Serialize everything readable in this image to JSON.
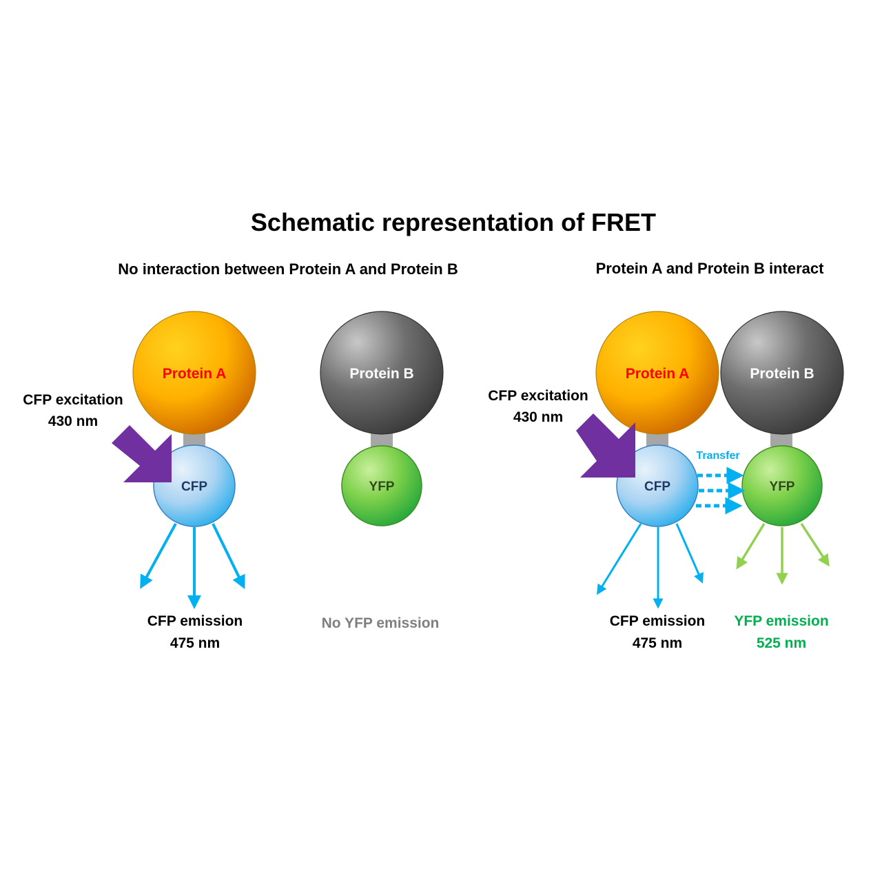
{
  "title": "Schematic representation of FRET",
  "left_panel": {
    "heading": "No interaction between Protein A and Protein B",
    "protein_a": "Protein A",
    "protein_b": "Protein B",
    "cfp": "CFP",
    "yfp": "YFP",
    "excitation_line1": "CFP excitation",
    "excitation_line2": "430 nm",
    "cfp_emission_line1": "CFP emission",
    "cfp_emission_line2": "475 nm",
    "no_yfp_emission": "No YFP emission"
  },
  "right_panel": {
    "heading": "Protein A and Protein B interact",
    "protein_a": "Protein A",
    "protein_b": "Protein B",
    "cfp": "CFP",
    "yfp": "YFP",
    "transfer": "Transfer",
    "excitation_line1": "CFP excitation",
    "excitation_line2": "430 nm",
    "cfp_emission_line1": "CFP emission",
    "cfp_emission_line2": "475 nm",
    "yfp_emission_line1": "YFP emission",
    "yfp_emission_line2": "525 nm"
  },
  "colors": {
    "excitation": "#7030a0",
    "cfp_emission": "#00b0f0",
    "yfp_emission": "#92d050",
    "protein_a_label": "#ff0000",
    "yfp_emission_label": "#00b050",
    "no_emission_label": "#7f7f7f",
    "linker": "#a6a6a6"
  }
}
